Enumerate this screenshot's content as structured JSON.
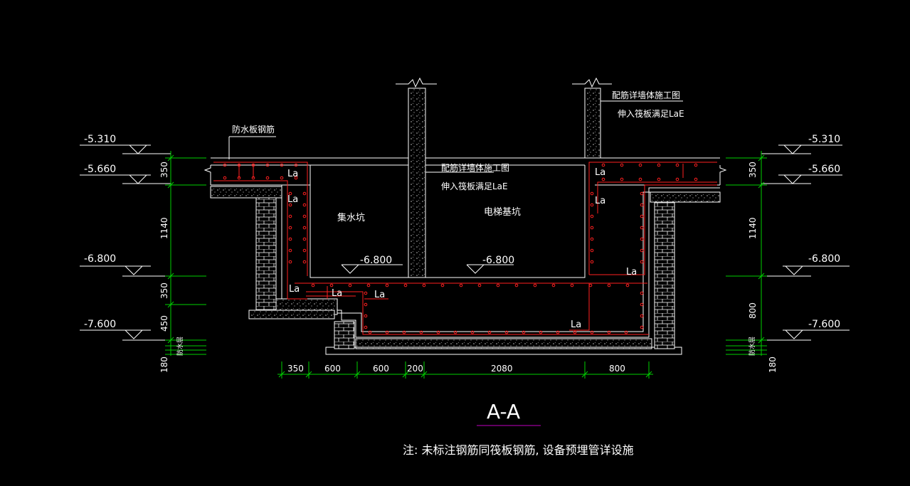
{
  "section_title": "A-A",
  "note": "注: 未标注钢筋同筏板钢筋, 设备预埋管详设施",
  "levels": {
    "top": "-5.310",
    "slab": "-5.660",
    "pit_floor": "-6.800",
    "bottom": "-7.600"
  },
  "pit_labels": {
    "sump": "集水坑",
    "elevator": "电梯基坑",
    "sump_floor": "-6.800",
    "elevator_floor": "-6.800"
  },
  "annotations": {
    "waterproof_rebar": "防水板钢筋",
    "wall_rebar_line1": "配筋详墙体施工图",
    "wall_rebar_line2": "伸入筏板满足LaE",
    "wall_rebar_right_line1": "配筋详墙体施工图",
    "wall_rebar_right_line2": "伸入筏板满足LaE",
    "la": "La",
    "cushion_layer": "防水层",
    "cushion_layer_right": "防水层"
  },
  "left_dims": [
    "350",
    "1140",
    "350",
    "450",
    "180"
  ],
  "right_dims": [
    "350",
    "1140",
    "800",
    "180"
  ],
  "bottom_dims": [
    "350",
    "600",
    "600",
    "200",
    "2080",
    "800"
  ],
  "colors": {
    "background": "#000000",
    "line": "#ffffff",
    "dimension": "#00d000",
    "rebar": "#ff2020",
    "title_underline": "#c000c0"
  }
}
